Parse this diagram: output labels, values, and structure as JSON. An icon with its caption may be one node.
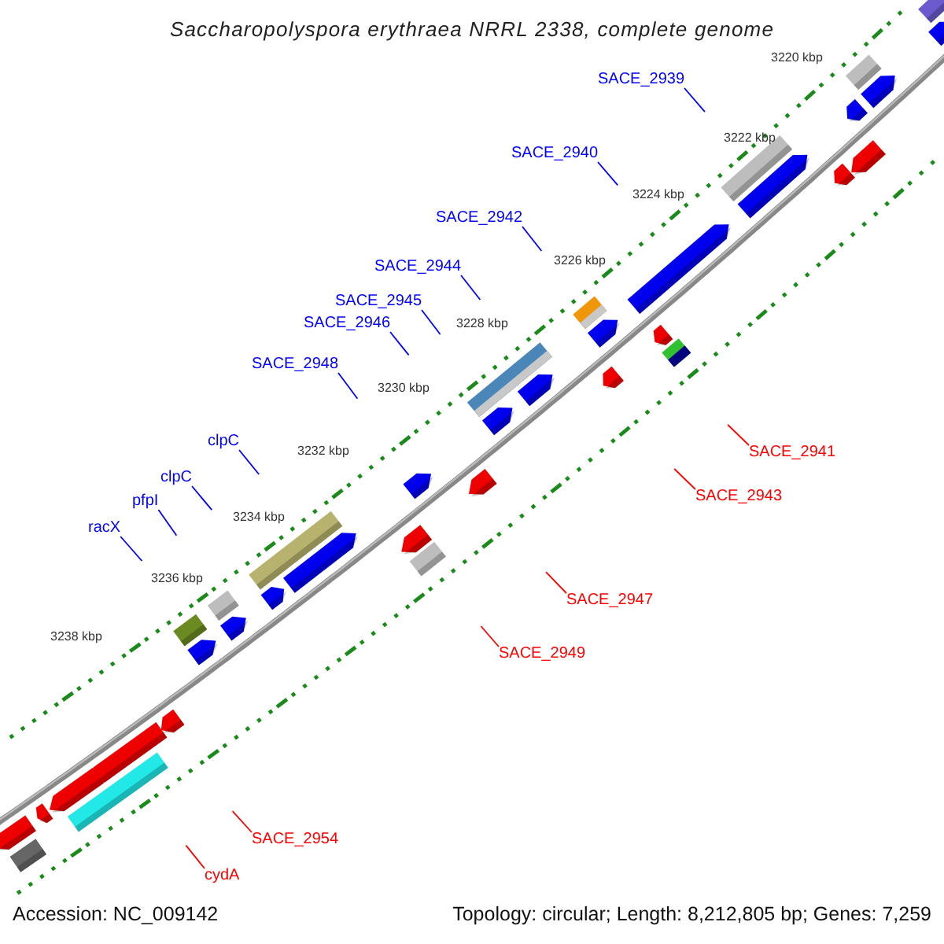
{
  "diagram": {
    "title": "Saccharopolyspora erythraea NRRL 2338, complete genome",
    "nodes": [
      {
        "text": [
          "SACE_2939"
        ]
      },
      {
        "text": [
          "SACE_2940"
        ]
      },
      {
        "text": [
          "SACE_2942"
        ]
      },
      {
        "text": [
          "SACE_2944"
        ]
      },
      {
        "text": [
          "SACE_2945"
        ]
      },
      {
        "text": [
          "SACE_2946"
        ]
      },
      {
        "text": [
          "SACE_2948"
        ]
      },
      {
        "text": [
          "clpC"
        ]
      },
      {
        "text": [
          "SACE_2941"
        ]
      },
      {
        "text": [
          "clpC"
        ]
      },
      {
        "text": [
          "SACE_2943"
        ]
      },
      {
        "text": [
          "pfpI"
        ]
      },
      {
        "text": [
          "racX"
        ]
      },
      {
        "text": [
          "SACE_2947"
        ]
      },
      {
        "text": [
          "SACE_2949"
        ]
      },
      {
        "text": [
          "SACE_2954"
        ]
      },
      {
        "text": [
          "cydA"
        ]
      }
    ],
    "edges": [
      {
        "from": 0,
        "to": null,
        "arrow": "none"
      },
      {
        "from": 1,
        "to": null,
        "arrow": "none"
      },
      {
        "from": 2,
        "to": null,
        "arrow": "none"
      },
      {
        "from": 3,
        "to": null,
        "arrow": "none"
      },
      {
        "from": 4,
        "to": null,
        "arrow": "none"
      },
      {
        "from": 5,
        "to": null,
        "arrow": "none"
      },
      {
        "from": 6,
        "to": null,
        "arrow": "none"
      },
      {
        "from": 7,
        "to": null,
        "arrow": "none"
      },
      {
        "from": 8,
        "to": null,
        "arrow": "none",
        "color": "#ff0000"
      },
      {
        "from": 9,
        "to": null,
        "arrow": "none"
      },
      {
        "from": 10,
        "to": null,
        "arrow": "none",
        "color": "#ff0000"
      },
      {
        "from": 11,
        "to": null,
        "arrow": "none"
      },
      {
        "from": 12,
        "to": null,
        "arrow": "none"
      },
      {
        "from": 13,
        "to": null,
        "arrow": "none",
        "color": "#ff0000"
      },
      {
        "from": 14,
        "to": null,
        "arrow": "none",
        "color": "#ff0000"
      },
      {
        "from": 15,
        "to": null,
        "arrow": "none",
        "color": "#ff0000"
      },
      {
        "from": 16,
        "to": null,
        "arrow": "none",
        "color": "#ff0000"
      }
    ],
    "labels": [
      "3220 kbp",
      "3222 kbp",
      "3224 kbp",
      "3226 kbp",
      "3228 kbp",
      "3230 kbp",
      "3232 kbp",
      "3234 kbp",
      "3236 kbp",
      "3238 kbp",
      "Accession: NC_009142",
      "Topology: circular; Length: 8,212,805 bp; Genes: 7,259"
    ]
  }
}
